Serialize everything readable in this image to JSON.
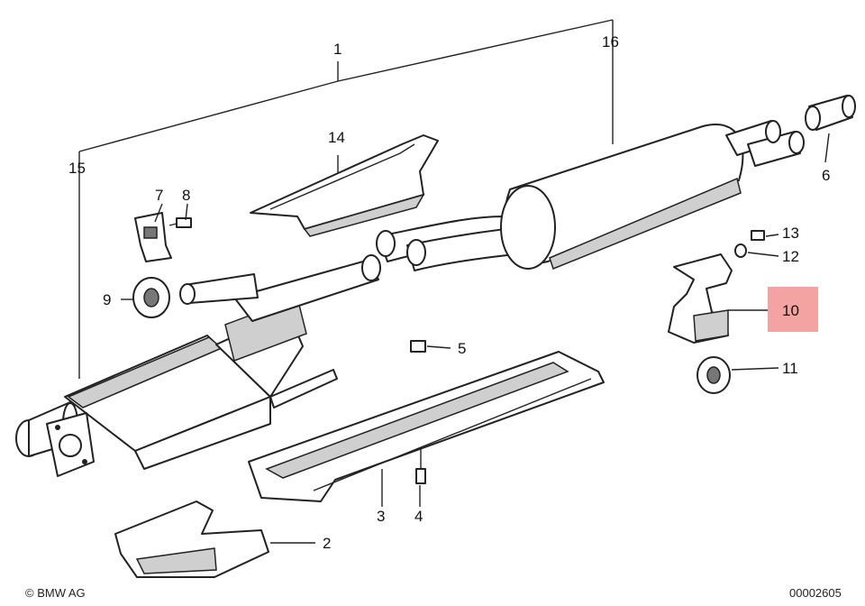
{
  "copyright": "© BMW AG",
  "diagram_id": "00002605",
  "highlight_color": "#f4a3a3",
  "callouts": {
    "c1": "1",
    "c2": "2",
    "c3": "3",
    "c4": "4",
    "c5": "5",
    "c6": "6",
    "c7": "7",
    "c8": "8",
    "c9": "9",
    "c10": "10",
    "c11": "11",
    "c12": "12",
    "c13": "13",
    "c14": "14",
    "c15": "15",
    "c16": "16"
  },
  "highlighted_callout": "10"
}
